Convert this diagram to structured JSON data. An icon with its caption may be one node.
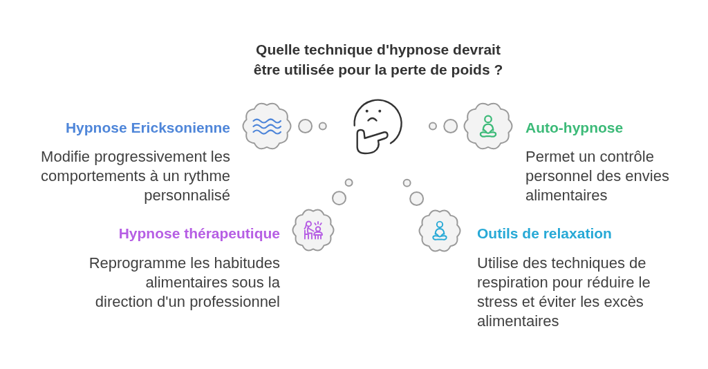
{
  "diagram": {
    "title": "Quelle technique d'hypnose devrait être utilisée pour la perte de poids ?",
    "nodes": [
      {
        "text": [],
        "shape": "picture"
      },
      {
        "text": [],
        "shape": "cloud",
        "beside": [
          "Hypnose Ericksonienne",
          "Modifie progressivement les comportements à un rythme personnalisé"
        ]
      },
      {
        "text": [],
        "shape": "cloud",
        "beside": [
          "Auto-hypnose",
          "Permet un contrôle personnel des envies alimentaires"
        ]
      },
      {
        "text": [],
        "shape": "cloud",
        "beside": [
          "Hypnose thérapeutique",
          "Reprogramme les habitudes alimentaires sous la direction d'un professionnel"
        ]
      },
      {
        "text": [],
        "shape": "cloud",
        "beside": [
          "Outils de relaxation",
          "Utilise des techniques de respiration pour réduire le stress et éviter les excès alimentaires"
        ]
      }
    ],
    "edges": [
      {
        "from": 0,
        "to": 1,
        "arrow": "none"
      },
      {
        "from": 0,
        "to": 2,
        "arrow": "none"
      },
      {
        "from": 0,
        "to": 3,
        "arrow": "none"
      },
      {
        "from": 0,
        "to": 4,
        "arrow": "none"
      }
    ]
  }
}
